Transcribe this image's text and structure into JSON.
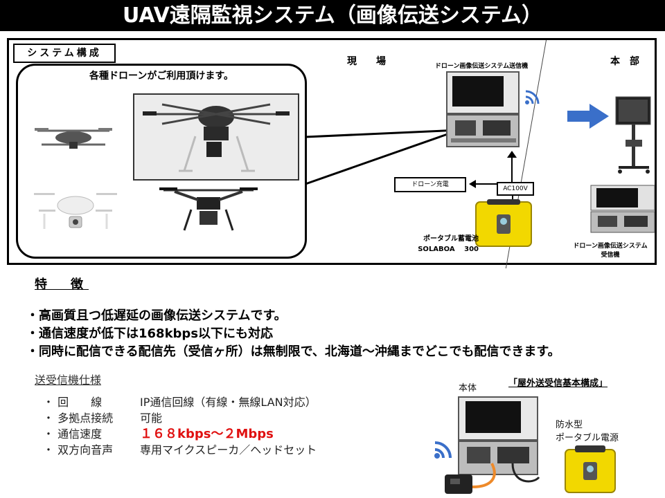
{
  "page": {
    "title": "UAV遠隔監視システム（画像伝送システム）"
  },
  "diagram": {
    "system_label": "システム構成",
    "bubble_title": "各種ドローンがご利用頂けます。",
    "site_label": "現　　場",
    "hq_label": "本　部",
    "transmitter_label": "ドローン画像伝送システム送信機",
    "drone_charge_label": "ドローン充電",
    "ac_label": "AC100V",
    "battery_label_1": "ポータブル蓄電池",
    "battery_label_2": "SOLABOA　 300",
    "receiver_label_1": "ドローン画像伝送システム",
    "receiver_label_2": "受信機"
  },
  "features": {
    "heading": "特　徴",
    "items": [
      "・高画質且つ低遅延の画像伝送システムです。",
      "・通信速度が低下は168kbps以下にも対応",
      "・同時に配信できる配信先（受信ヶ所）は無制限で、北海道～沖縄までどこでも配信できます。"
    ]
  },
  "specs": {
    "heading": "送受信機仕様",
    "rows": [
      {
        "label": "・ 回　　線",
        "value": "IP通信回線（有線・無線LAN対応）"
      },
      {
        "label": "・ 多拠点接続",
        "value": "可能"
      },
      {
        "label": "・ 通信速度",
        "value": "１６８kbps～２Mbps"
      },
      {
        "label": "・ 双方向音声",
        "value": "専用マイクスピーカ／ヘッドセット"
      }
    ]
  },
  "outdoor": {
    "title": "「屋外送受信基本構成」",
    "body_label": "本体",
    "power_label_1": "防水型",
    "power_label_2": "ポータブル電源"
  },
  "colors": {
    "accent_red": "#e01010",
    "arrow_blue": "#3a6fc9",
    "battery_yellow": "#f2d800"
  }
}
